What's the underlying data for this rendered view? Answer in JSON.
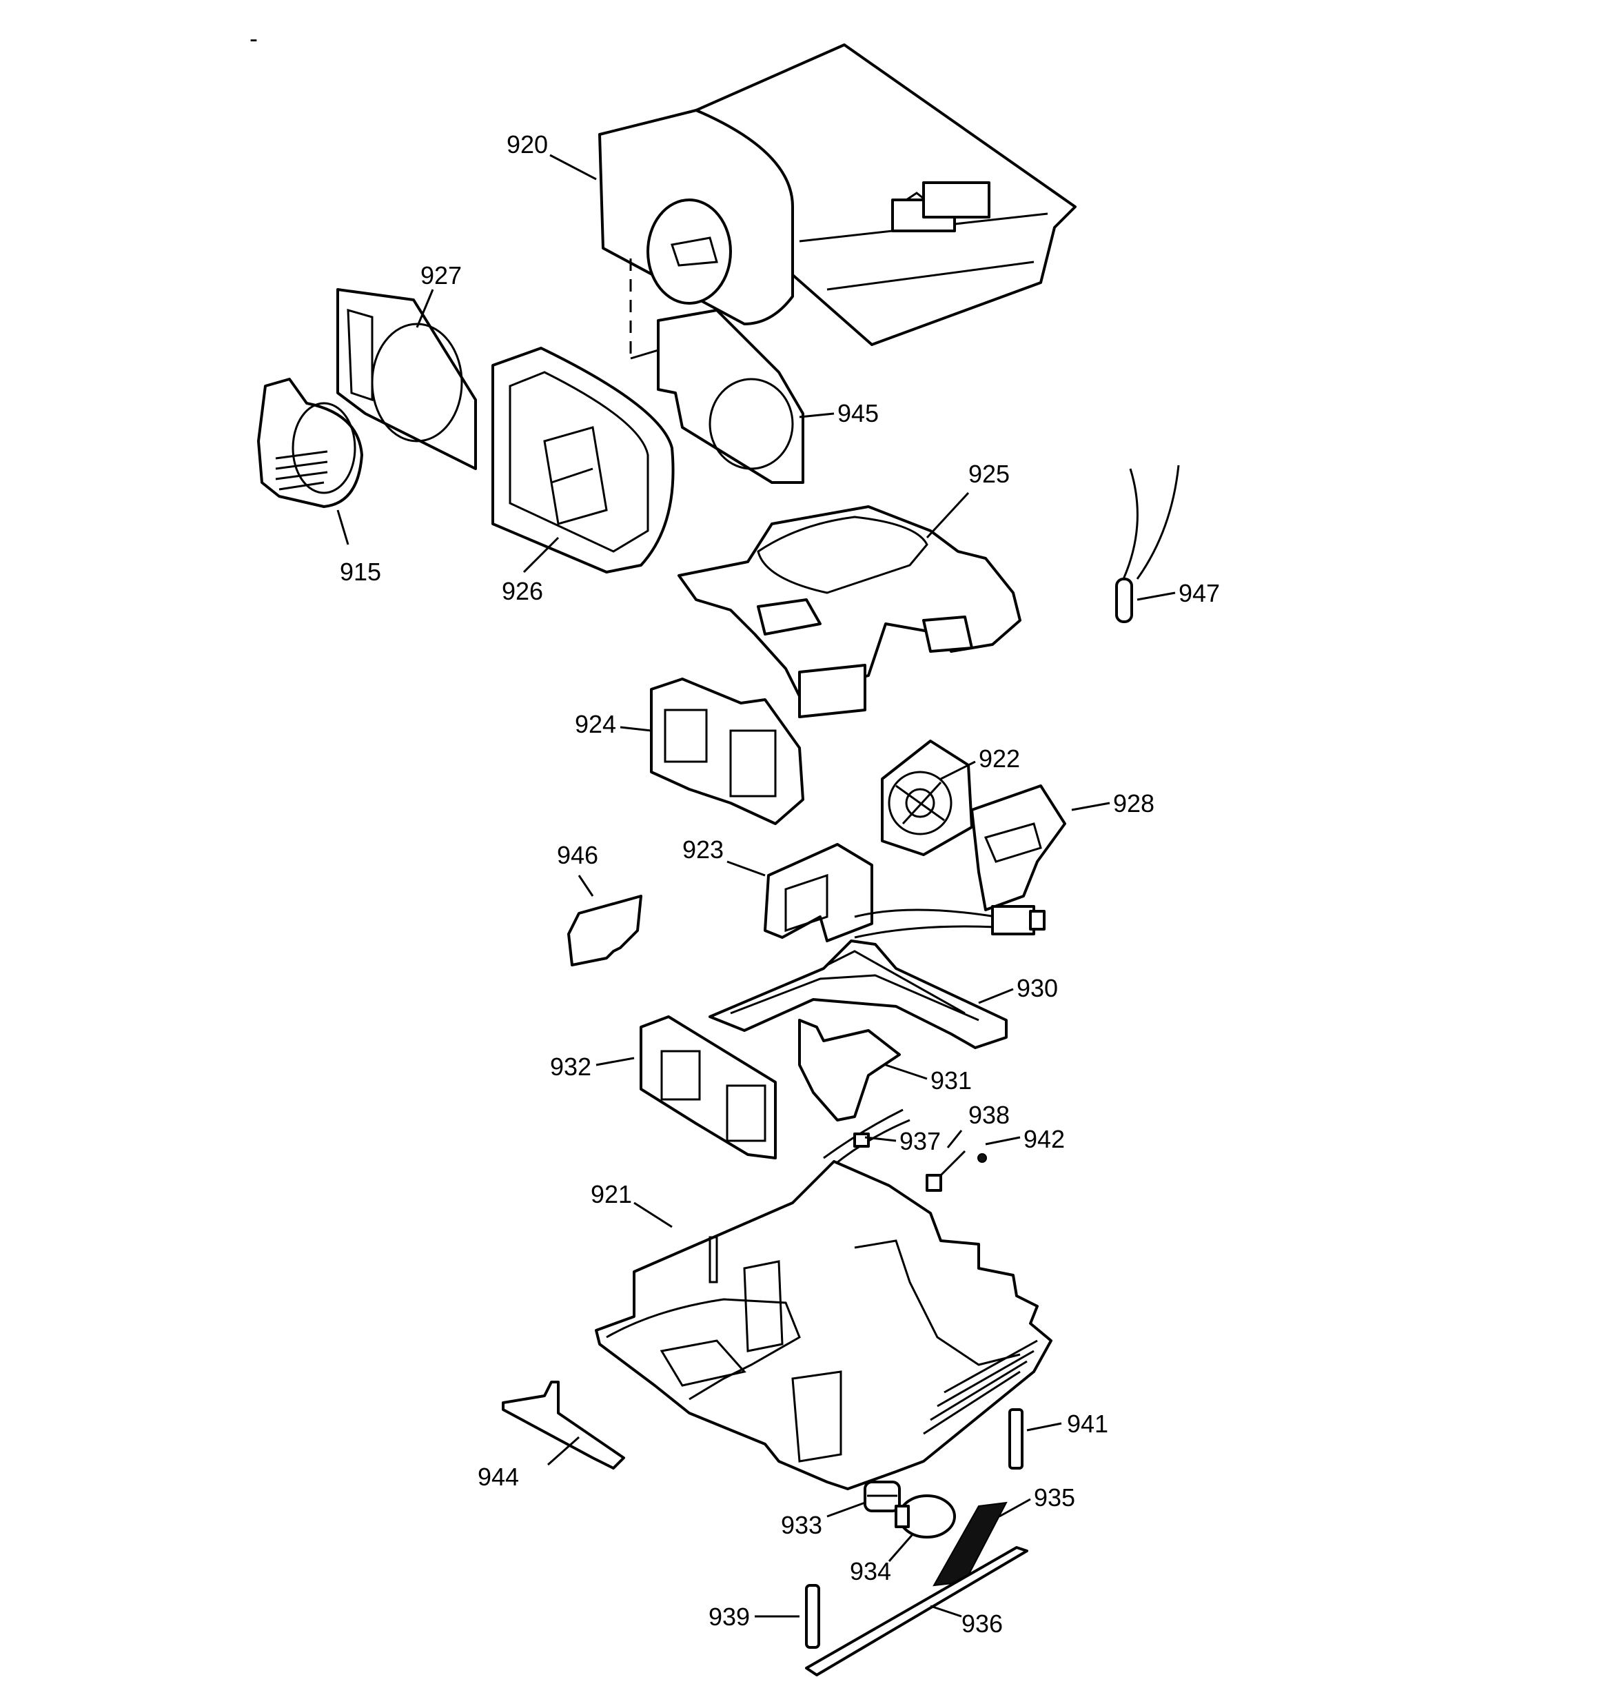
{
  "callouts": {
    "c915": "915",
    "c920": "920",
    "c921": "921",
    "c922": "922",
    "c923": "923",
    "c924": "924",
    "c925": "925",
    "c926": "926",
    "c927": "927",
    "c928": "928",
    "c930": "930",
    "c931": "931",
    "c932": "932",
    "c933": "933",
    "c934": "934",
    "c935": "935",
    "c936": "936",
    "c937": "937",
    "c938": "938",
    "c939": "939",
    "c941": "941",
    "c942": "942",
    "c944": "944",
    "c945": "945",
    "c946": "946",
    "c947": "947"
  },
  "stray_mark": "-"
}
